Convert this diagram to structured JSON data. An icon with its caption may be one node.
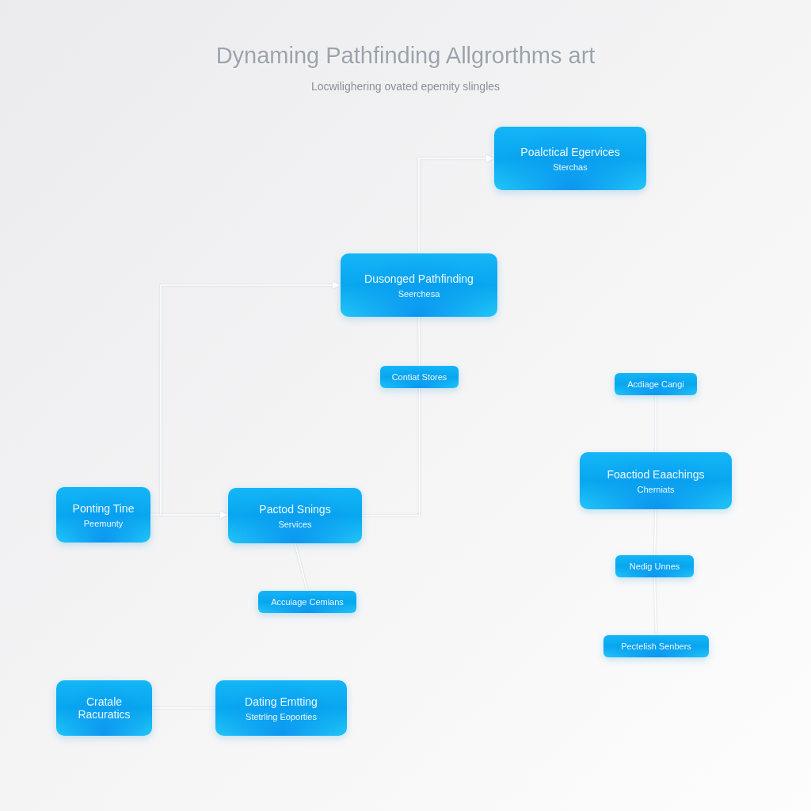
{
  "diagram": {
    "title": "Dynaming Pathfinding Allgrorthms art",
    "caption": "Locwilighering ovated epemity slingles",
    "nodes": [
      {
        "text": [
          "Poalctical Egervices",
          "Sterchas"
        ]
      },
      {
        "text": [
          "Dusonged Pathfinding",
          "Seerchesa"
        ]
      },
      {
        "text": [
          "Contiat Stores"
        ]
      },
      {
        "text": [
          "Acdiage Cangi"
        ]
      },
      {
        "text": [
          "Foactiod Eaachings",
          "Cherniats"
        ]
      },
      {
        "text": [
          "Ponting Tine",
          "Peemunty"
        ]
      },
      {
        "text": [
          "Pactod Snings",
          "Services"
        ]
      },
      {
        "text": [
          "Accuiage Cemians"
        ]
      },
      {
        "text": [
          "Nedig Unnes"
        ]
      },
      {
        "text": [
          "Pectelish Senbers"
        ]
      },
      {
        "text": [
          "Cratale Racuratics"
        ]
      },
      {
        "text": [
          "Dating Emtting",
          "Stetrling Eoporties"
        ]
      }
    ],
    "edges": [
      {
        "from": 1,
        "to": 0,
        "arrow": "to"
      },
      {
        "from": 5,
        "to": 1,
        "arrow": "to"
      },
      {
        "from": 5,
        "to": 6,
        "arrow": "to"
      },
      {
        "from": 1,
        "to": 2,
        "arrow": "none"
      },
      {
        "from": 2,
        "to": 6,
        "arrow": "none"
      },
      {
        "from": 6,
        "to": 7,
        "arrow": "none"
      },
      {
        "from": 10,
        "to": 11,
        "arrow": "none"
      },
      {
        "from": 3,
        "to": 4,
        "arrow": "none"
      },
      {
        "from": 4,
        "to": 8,
        "arrow": "none"
      },
      {
        "from": 8,
        "to": 9,
        "arrow": "none"
      }
    ]
  }
}
